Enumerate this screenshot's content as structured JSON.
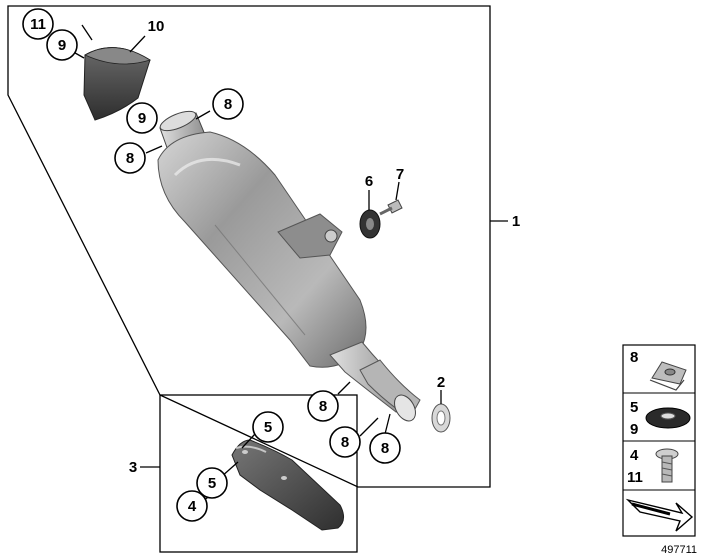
{
  "diagram": {
    "callouts": {
      "c11": "11",
      "c9a": "9",
      "c10": "10",
      "c9b": "9",
      "c8a": "8",
      "c8b": "8",
      "c6": "6",
      "c7": "7",
      "c1": "1",
      "c2": "2",
      "c8c": "8",
      "c8d": "8",
      "c8e": "8",
      "c3": "3",
      "c5a": "5",
      "c5b": "5",
      "c4": "4"
    },
    "legend": {
      "row1": [
        "8"
      ],
      "row2": [
        "5",
        "9"
      ],
      "row3": [
        "4",
        "11"
      ]
    },
    "part_number": "497711"
  },
  "colors": {
    "muffler": "#8a8a8a",
    "muffler_light": "#c8c8c8",
    "muffler_dark": "#5a5a5a",
    "end_cap": "#4a4a4a",
    "heat_shield": "#3f3f3f",
    "outline": "#000000"
  }
}
